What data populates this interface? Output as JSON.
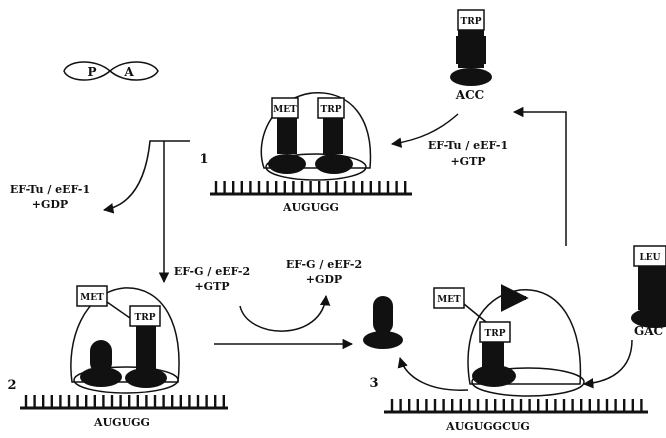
{
  "ribosome_sites": {
    "p_site": "P",
    "a_site": "A"
  },
  "amino_acids": {
    "met": "MET",
    "trp": "TRP",
    "leu": "LEU"
  },
  "anticodons": {
    "acc": "ACC",
    "gac": "GAC"
  },
  "mrna_sequences": {
    "step1": "AUGUGG",
    "step2": "AUGUGG",
    "step3": "AUGUGGCUG"
  },
  "step_numbers": {
    "one": "1",
    "two": "2",
    "three": "3"
  },
  "factors": {
    "eftu_gtp": {
      "name": "EF-Tu / eEF-1",
      "cofactor": "+GTP"
    },
    "eftu_gdp": {
      "name": "EF-Tu / eEF-1",
      "cofactor": "+GDP"
    },
    "efg_gtp": {
      "name": "EF-G / eEF-2",
      "cofactor": "+GTP"
    },
    "efg_gdp": {
      "name": "EF-G / eEF-2",
      "cofactor": "+GDP"
    }
  },
  "colors": {
    "ink": "#111111",
    "background": "#ffffff"
  }
}
